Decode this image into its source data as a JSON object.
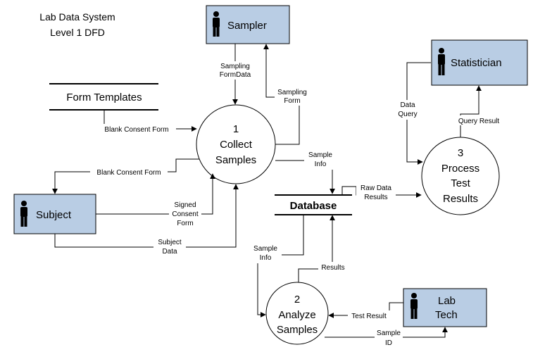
{
  "title": {
    "line1": "Lab Data System",
    "line2": "Level 1 DFD"
  },
  "entities": {
    "sampler": "Sampler",
    "statistician": "Statistician",
    "subject": "Subject",
    "lab_tech_line1": "Lab",
    "lab_tech_line2": "Tech"
  },
  "processes": {
    "collect": {
      "number": "1",
      "line1": "Collect",
      "line2": "Samples"
    },
    "process": {
      "number": "3",
      "line1": "Process",
      "line2": "Test",
      "line3": "Results"
    },
    "analyze": {
      "number": "2",
      "line1": "Analyze",
      "line2": "Samples"
    }
  },
  "stores": {
    "form_templates": "Form Templates",
    "database": "Database"
  },
  "flows": {
    "sampling_formdata": [
      "Sampling",
      "FormData"
    ],
    "sampling_form": [
      "Sampling",
      "Form"
    ],
    "blank_consent_in": "Blank Consent Form",
    "blank_consent_out": "Blank Consent Form",
    "signed_consent": [
      "Signed",
      "Consent",
      "Form"
    ],
    "subject_data": [
      "Subject",
      "Data"
    ],
    "sample_info_1": [
      "Sample",
      "Info"
    ],
    "raw_data": [
      "Raw Data",
      "Results"
    ],
    "data_query": [
      "Data",
      "Query"
    ],
    "query_result": "Query Result",
    "sample_info_2": [
      "Sample",
      "Info"
    ],
    "results": "Results",
    "test_result": "Test Result",
    "sample_id": [
      "Sample",
      "ID"
    ]
  },
  "colors": {
    "entity_fill": "#b9cde4",
    "line": "#000000"
  }
}
